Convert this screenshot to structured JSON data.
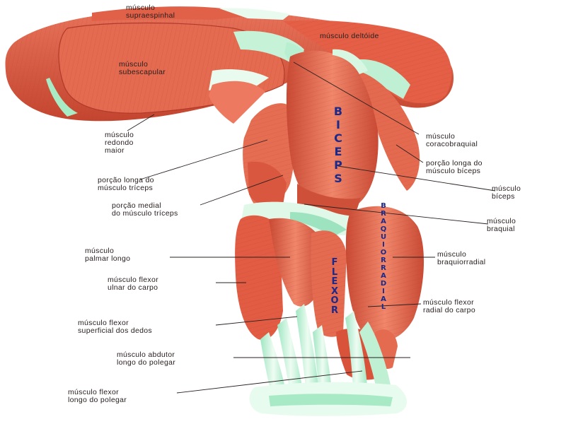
{
  "labels": {
    "supraespinhal": [
      "músculo",
      "supraespinhal"
    ],
    "subescapular": [
      "músculo",
      "subescapular"
    ],
    "deltoide": [
      "músculo deltóide"
    ],
    "redondo": [
      "músculo",
      "redondo",
      "maior"
    ],
    "coracobraquial": [
      "músculo",
      "coracobraquial"
    ],
    "porcao_biceps": [
      "porção longa do",
      "músculo bíceps"
    ],
    "biceps": [
      "músculo",
      "bíceps"
    ],
    "porcao_triceps": [
      "porção longa do",
      "músculo tríceps"
    ],
    "porcao_medial": [
      "porção medial",
      "do músculo tríceps"
    ],
    "braquial": [
      "músculo",
      "braquial"
    ],
    "palmar": [
      "músculo",
      "palmar longo"
    ],
    "braquiorradial": [
      "músculo",
      "braquiorradial"
    ],
    "flexor_ulnar": [
      "músculo flexor",
      "ulnar do carpo"
    ],
    "flexor_radial": [
      "músculo flexor",
      "radial do carpo"
    ],
    "flexor_superficial": [
      "músculo flexor",
      "superficial dos dedos"
    ],
    "abdutor": [
      "músculo abdutor",
      "longo do polegar"
    ],
    "flexor_longo": [
      "músculo flexor",
      "longo do polegar"
    ]
  },
  "big_words": {
    "biceps": "BICEPS",
    "braquiorradial": "BRAQUIORRADIAL",
    "flexor": "FLEXOR"
  },
  "colors": {
    "muscle": "#e2664e",
    "muscle_light": "#f08a6e",
    "muscle_dark": "#b8402e",
    "tendon": "#d8f4e0",
    "tendon_green": "#8fe0b8",
    "big_word": "#1a2a8a",
    "label_text": "#2a2020"
  }
}
